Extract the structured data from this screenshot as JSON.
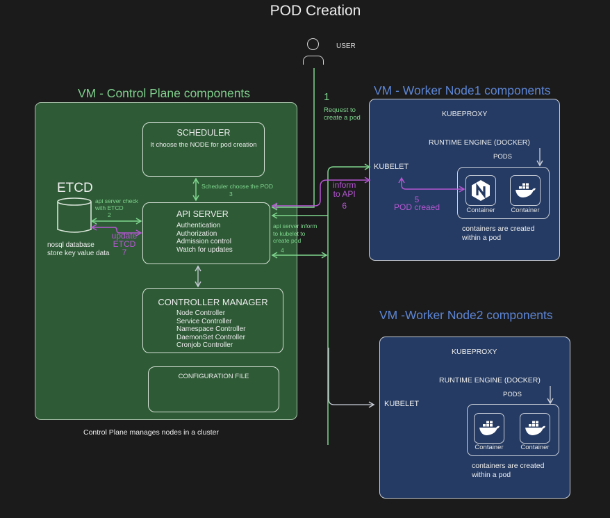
{
  "title": "POD Creation",
  "user": {
    "label": "USER"
  },
  "control_plane": {
    "title": "VM - Control Plane components",
    "caption": "Control Plane  manages nodes in a cluster",
    "scheduler": {
      "title": "SCHEDULER",
      "description": "It choose the NODE for pod creation"
    },
    "etcd": {
      "title": "ETCD",
      "description_lines": [
        "nosql database",
        "store key value data"
      ]
    },
    "api_server": {
      "title": "API SERVER",
      "items": [
        "Authentication",
        "Authorization",
        "Admission control",
        "Watch for updates"
      ]
    },
    "controller_manager": {
      "title": "CONTROLLER  MANAGER",
      "items": [
        "Node Controller",
        "Service Controller",
        "Namespace Controller",
        "DaemonSet Controller",
        "Cronjob Controller"
      ]
    },
    "config_file": {
      "title": "CONFIGURATION FILE"
    }
  },
  "steps": {
    "s1": {
      "num": "1",
      "lines": [
        "Request to",
        "create a pod"
      ]
    },
    "s2": {
      "lines": [
        "api server check",
        "with ETCD"
      ],
      "num": "2"
    },
    "s3": {
      "text": "Scheduler choose the POD",
      "num": "3"
    },
    "s4": {
      "lines": [
        "api server inform",
        "to kubelet to",
        "create pod"
      ],
      "num": "4"
    },
    "s5": {
      "num": "5",
      "text": "POD creaed"
    },
    "s6": {
      "lines": [
        "inform",
        "to API"
      ],
      "num": "6"
    },
    "s7": {
      "lines": [
        "update",
        "ETCD"
      ],
      "num": "7"
    }
  },
  "worker1": {
    "title": "VM - Worker Node1 components",
    "kubeproxy": "KUBEPROXY",
    "runtime": "RUNTIME ENGINE (DOCKER)",
    "pods_label": "PODS",
    "kubelet": "KUBELET",
    "containers": [
      {
        "icon": "nginx-icon",
        "label": "Container"
      },
      {
        "icon": "docker-icon",
        "label": "Container"
      }
    ],
    "note_lines": [
      "containers are created",
      "within a pod"
    ]
  },
  "worker2": {
    "title": "VM -Worker Node2 components",
    "kubeproxy": "KUBEPROXY",
    "runtime": "RUNTIME ENGINE (DOCKER)",
    "pods_label": "PODS",
    "kubelet": "KUBELET",
    "containers": [
      {
        "icon": "docker-icon",
        "label": "Container"
      },
      {
        "icon": "docker-icon",
        "label": "Container"
      }
    ],
    "note_lines": [
      "containers are created",
      "within a pod"
    ]
  },
  "colors": {
    "background": "#1b1b1b",
    "control_plane_fill": "#2e5a36",
    "worker_fill": "#253b63",
    "green_accent": "#7fcf8c",
    "blue_accent": "#5d86d6",
    "purple_accent": "#b657d3"
  }
}
